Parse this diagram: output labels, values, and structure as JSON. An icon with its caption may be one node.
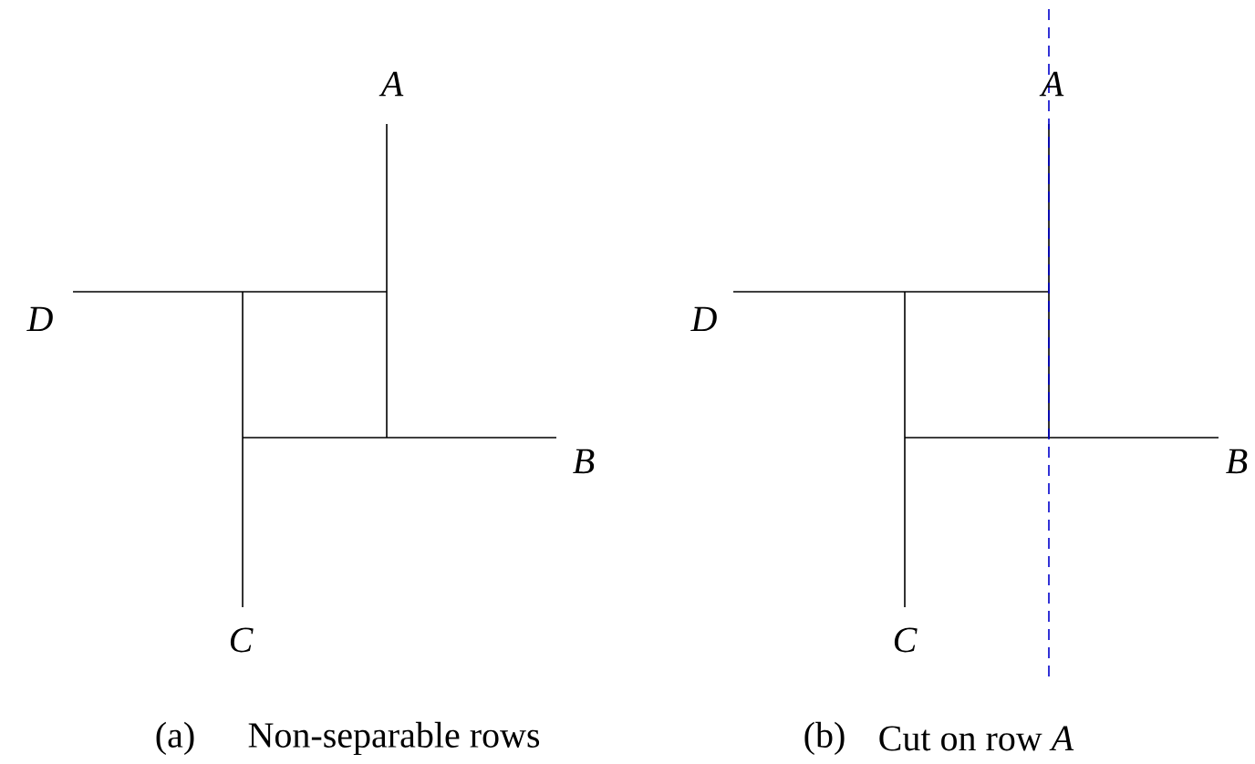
{
  "diagram": {
    "labels": [
      "A",
      "D",
      "B",
      "C",
      "(a)",
      "Non-separable rows",
      "A",
      "D",
      "B",
      "C",
      "(b)",
      "Cut on row *A*"
    ]
  }
}
